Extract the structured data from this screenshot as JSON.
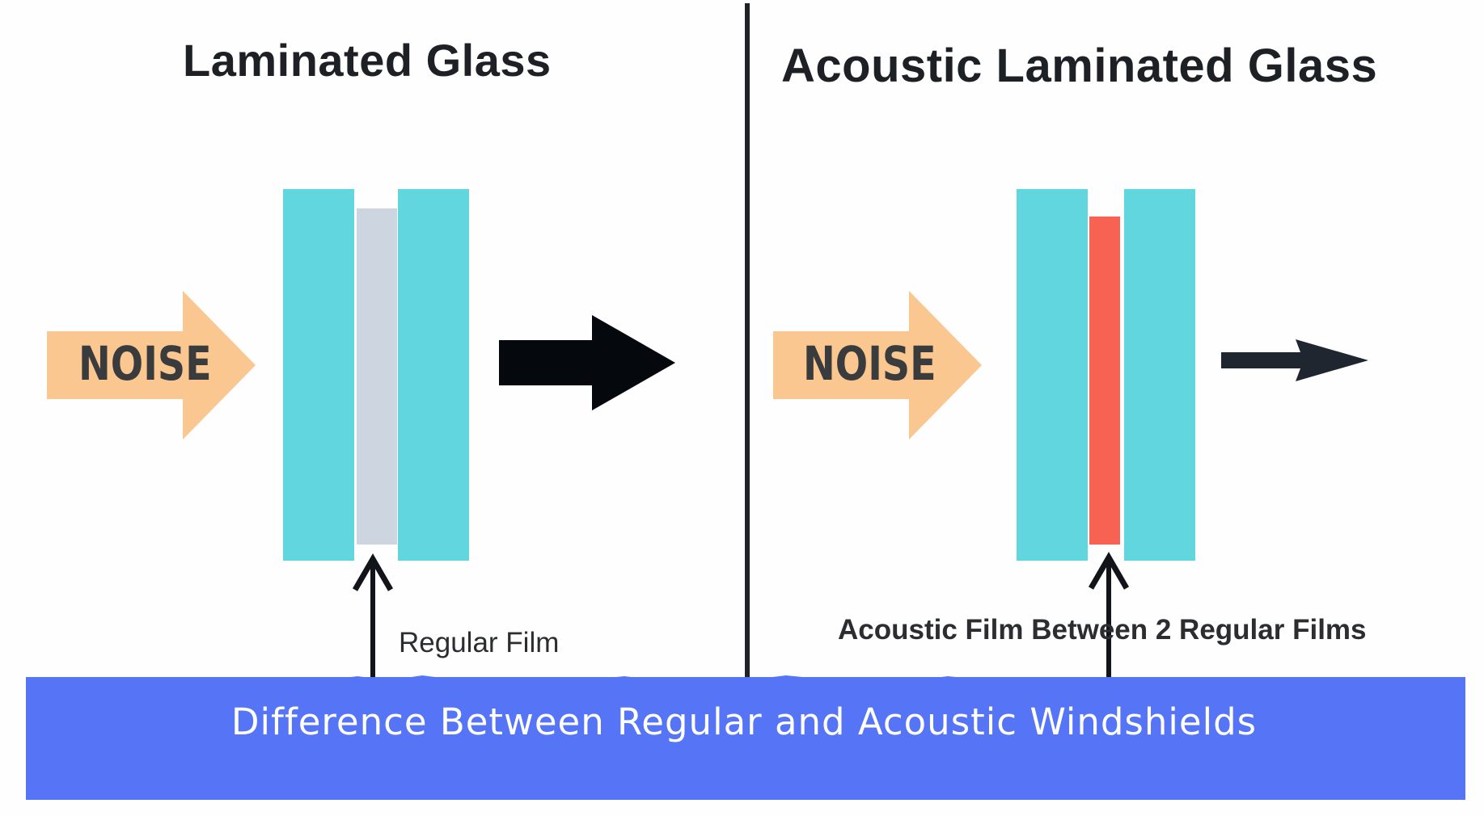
{
  "left_panel": {
    "title": "Laminated Glass",
    "noise_label": "NOISE",
    "film_label": "Regular Film"
  },
  "right_panel": {
    "title": "Acoustic Laminated Glass",
    "noise_label": "NOISE",
    "film_label": "Acoustic Film Between 2 Regular Films"
  },
  "banner": {
    "caption": "Difference Between Regular and Acoustic Windshields"
  },
  "colors": {
    "glass": "#62d6df",
    "regular_film": "#cdd5e0",
    "acoustic_film": "#f86252",
    "noise_arrow": "#f9c78f",
    "output_arrow_left": "#05080d",
    "output_arrow_right": "#20262f",
    "banner": "#5574f6",
    "text": "#1d2126"
  },
  "icons": {
    "input_arrow": "arrow-right-icon",
    "output_arrow": "arrow-right-icon",
    "film_pointer": "arrow-up-icon"
  }
}
